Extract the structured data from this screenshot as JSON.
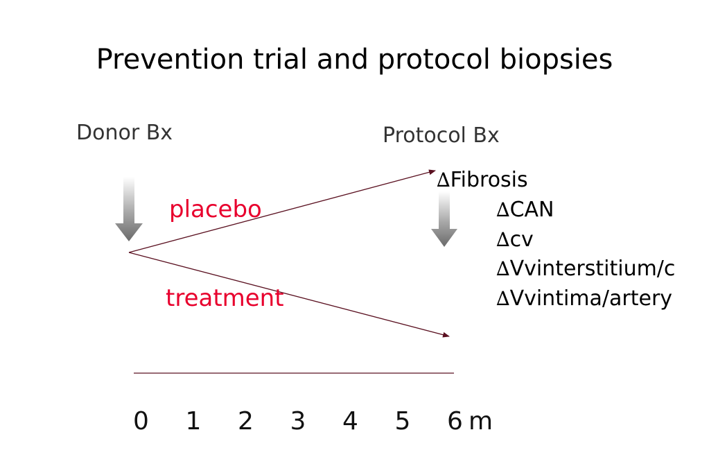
{
  "title": "Prevention trial and protocol biopsies",
  "donor_label": "Donor Bx",
  "protocol_label": "Protocol Bx",
  "branches": {
    "placebo": "placebo",
    "treatment": "treatment"
  },
  "delta_symbol": "∆",
  "findings": [
    "Fibrosis",
    "CAN",
    "cv",
    "Vvinterstitium/c",
    "Vvintima/artery"
  ],
  "timeline": {
    "ticks": [
      "0",
      "1",
      "2",
      "3",
      "4",
      "5",
      "6"
    ],
    "unit": "m"
  },
  "colors": {
    "accent": "#e8002d",
    "line": "#5a1020",
    "label_gray": "#333333"
  }
}
